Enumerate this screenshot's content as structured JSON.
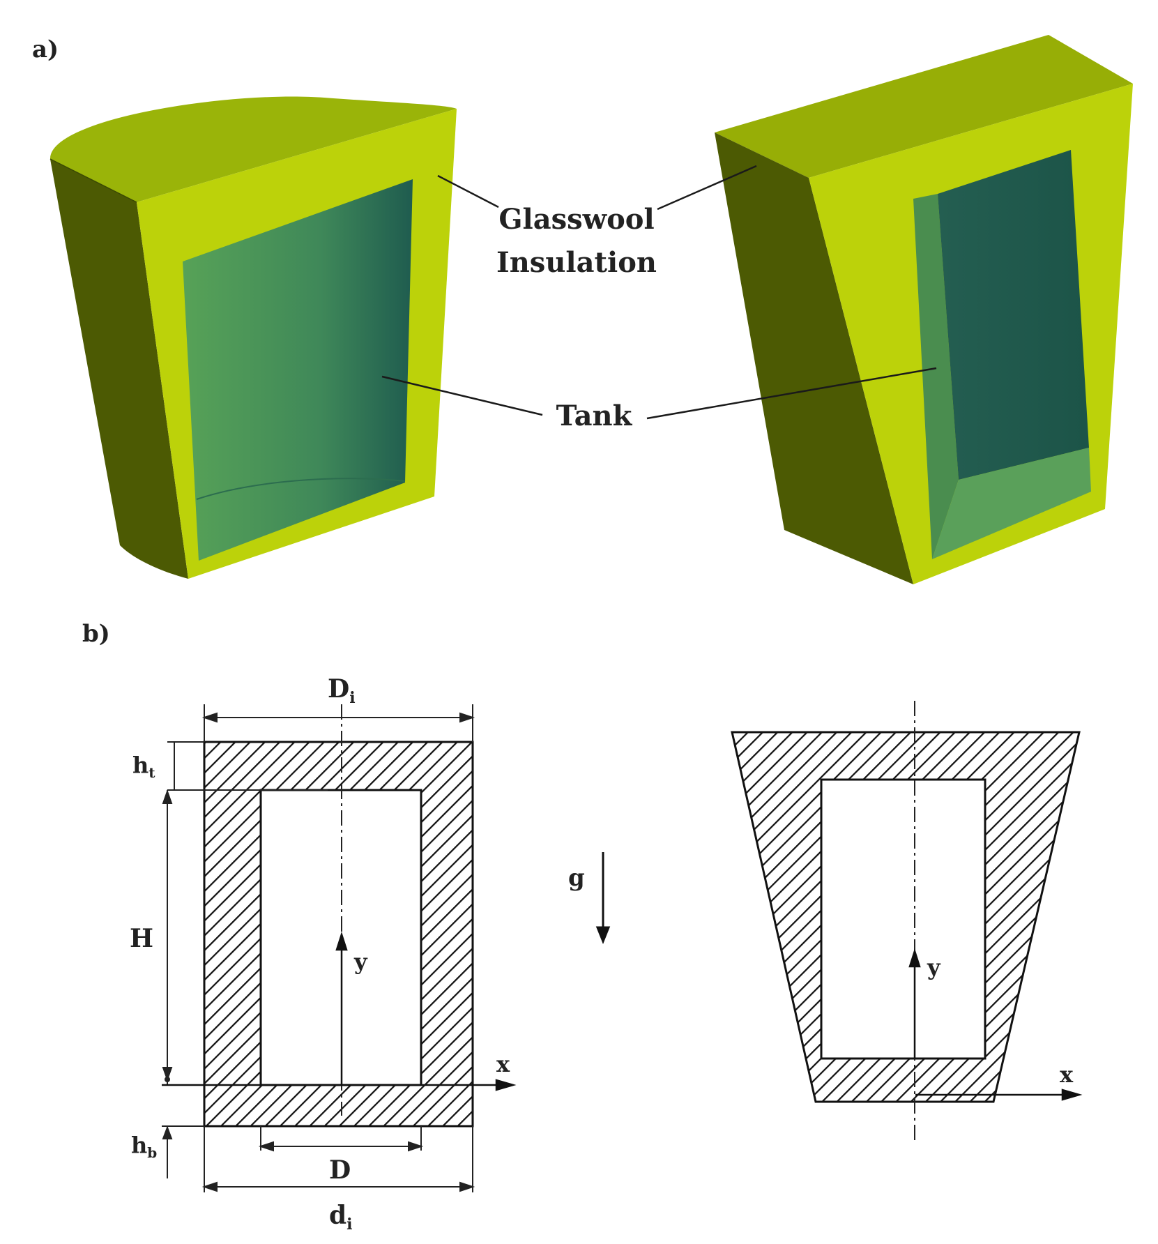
{
  "panel_a": {
    "label": "a)",
    "insulation_label_line1": "Glasswool",
    "insulation_label_line2": "Insulation",
    "tank_label": "Tank"
  },
  "panel_b": {
    "label": "b)",
    "gravity_label": "g",
    "left": {
      "dim_top_width": "D",
      "dim_top_width_sub": "i",
      "dim_top_thickness": "h",
      "dim_top_thickness_sub": "t",
      "dim_height": "H",
      "dim_bottom_thickness": "h",
      "dim_bottom_thickness_sub": "b",
      "dim_inner_bottom": "D",
      "dim_bottom_width": "d",
      "dim_bottom_width_sub": "i",
      "axis_x": "x",
      "axis_y": "y"
    },
    "right": {
      "axis_x": "x",
      "axis_y": "y"
    }
  },
  "colors": {
    "insulation_front": "#bcd20a",
    "insulation_side": "#4c5a03",
    "insulation_top": "#97ae06",
    "tank_light": "#4f9a4f",
    "tank_dark": "#1e5a4d",
    "hatch": "#111111"
  }
}
